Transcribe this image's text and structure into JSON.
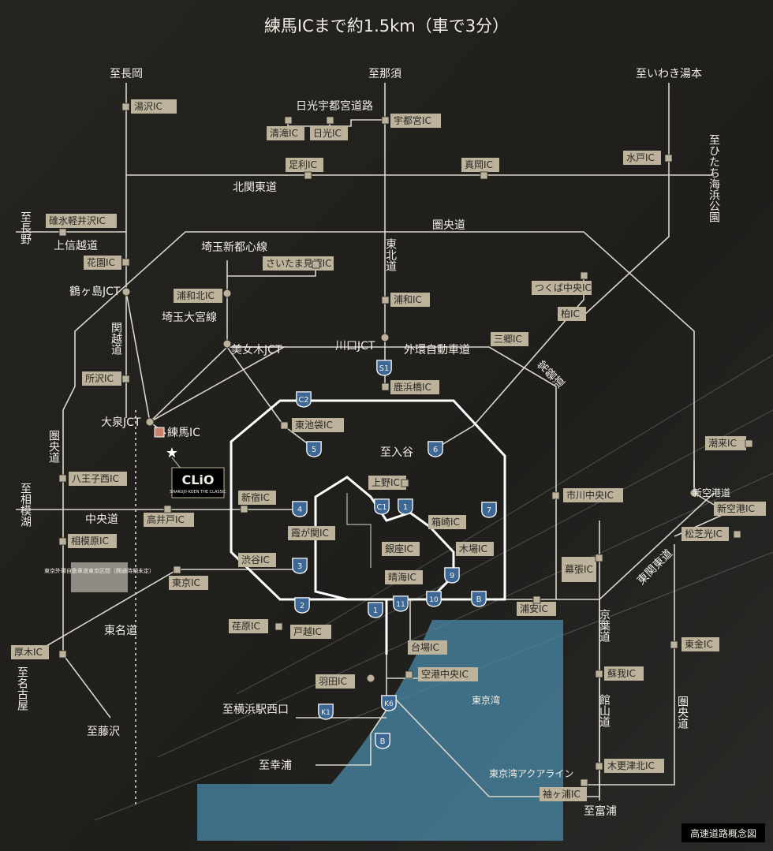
{
  "header": {
    "title": "練馬ICまで約1.5km（車で3分）"
  },
  "destinations": {
    "nagaoka": "至長岡",
    "nasu": "至那須",
    "iwaki": "至いわき湯本",
    "hitachi": "至ひたち海浜公園",
    "nagano": "至長野",
    "sagamiko": "至相模湖",
    "nagoya": "至名古屋",
    "fujisawa": "至藤沢",
    "iriya": "至入谷",
    "yokohama": "至横浜駅西口",
    "kouura": "至幸浦",
    "futtsu": "至富浦"
  },
  "roads": {
    "nikko": "日光宇都宮道路",
    "kitakanto": "北関東道",
    "kenou_n": "圏央道",
    "joshinetsu": "上信越道",
    "saitama_shintoshin": "埼玉新都心線",
    "tohoku": "東北道",
    "kanetsu": "関越道",
    "saitama_omiya": "埼玉大宮線",
    "gaikan": "外環自動車道",
    "joban": "常磐道",
    "kenou_w": "圏央道",
    "chuo": "中央道",
    "tomei": "東名道",
    "higashikanto": "東関東道",
    "keiyo": "京葉道",
    "tateyama": "館山道",
    "kenou_e": "圏央道",
    "aqualine": "東京湾アクアライン",
    "tokyo_bay": "東京湾",
    "gaikan_note": "東京外環自動車道東京区間（開通時期未定）"
  },
  "junctions": {
    "tsurugashima": "鶴ヶ島JCT",
    "oizumi": "大泉JCT",
    "bijogi": "美女木JCT",
    "kawaguchi": "川口JCT"
  },
  "ic": {
    "yuzawa": "湯沢IC",
    "seiro": "清滝IC",
    "nikko": "日光IC",
    "utsunomiya": "宇都宮IC",
    "ashikaga": "足利IC",
    "mooka": "真岡IC",
    "mito": "水戸IC",
    "usui": "碓氷軽井沢IC",
    "kazo": "花園IC",
    "saitama_minuma": "さいたま見沼IC",
    "urawakita": "浦和北IC",
    "urawa": "浦和IC",
    "tsukuba": "つくば中央IC",
    "kashiwa": "柏IC",
    "misato": "三郷IC",
    "tokorozawa": "所沢IC",
    "kahoku": "鹿浜橋IC",
    "higashi_ikebukuro": "東池袋IC",
    "nerima": "練馬IC",
    "hachioji": "八王子西IC",
    "shinjuku": "新宿IC",
    "takaido": "高井戸IC",
    "ueno": "上野IC",
    "kasumigaseki": "霞が関IC",
    "hakozaki": "箱崎IC",
    "ichikawa": "市川中央IC",
    "sagamihara": "相模原IC",
    "shibuya": "渋谷IC",
    "ginza": "銀座IC",
    "kiba": "木場IC",
    "harumi": "晴海IC",
    "tokyo": "東京IC",
    "shinkuko": "新空港IC",
    "choraku": "潮来IC",
    "matsushiba": "松芝光IC",
    "makuhari": "幕張IC",
    "urayasu": "浦安IC",
    "ebara": "荏原IC",
    "togoshi": "戸越IC",
    "daiba": "台場IC",
    "atsugi": "厚木IC",
    "togane": "東金IC",
    "haneda": "羽田IC",
    "kuko_chuo": "空港中央IC",
    "soga": "蘇我IC",
    "kisarazu": "木更津北IC",
    "sodegaura": "袖ヶ浦IC"
  },
  "shutoko": {
    "c2": "C2",
    "c1": "C1",
    "s1": "S1",
    "r1": "1",
    "r2": "2",
    "r3": "3",
    "r4": "4",
    "r5": "5",
    "r6": "6",
    "r7": "7",
    "r9": "9",
    "r10": "10",
    "r11": "11",
    "b": "B",
    "k1": "K1",
    "k6": "K6"
  },
  "labels": {
    "shinkuko_road": "新空港道"
  },
  "logo": {
    "name": "CLiO",
    "sub": "SHAKUJII-KOEN THE CLASSIC"
  },
  "legend": {
    "title": "高速道路概念図"
  },
  "colors": {
    "background": "#1e1d1b",
    "sea": "#4a8aa8",
    "ic_box": "#bdb39c",
    "shutoko": "#3d6794",
    "home_ic": "#c9826e"
  }
}
